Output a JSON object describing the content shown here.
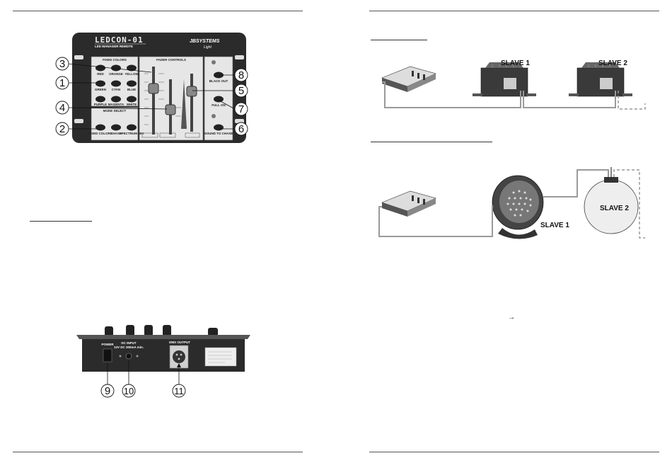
{
  "left_page": {
    "controller": {
      "brand": "LEDCON-01",
      "subtitle": "LED MANAGER REMOTE",
      "logo_main": "JBSYSTEMS",
      "logo_sub": "Light",
      "sections": {
        "fixed_colors": "FIXED COLORS",
        "fader_controls": "FADER CONTROLS",
        "mode_select": "MODE SELECT"
      },
      "color_buttons": [
        "RED",
        "ORANGE",
        "YELLOW",
        "GREEN",
        "CYAN",
        "BLUE",
        "PURPLE",
        "MAGENTA",
        "WHITE"
      ],
      "mode_buttons": [
        "FIXED COLORS",
        "CHASE",
        "SPECTRUM MIX"
      ],
      "right_buttons": [
        "BLACK OUT",
        "FULL ON",
        "SOUND TO CHASE"
      ],
      "callouts": [
        "1",
        "2",
        "3",
        "4",
        "5",
        "6",
        "7",
        "8"
      ]
    },
    "back_panel": {
      "power_label": "POWER",
      "dc_input_label": "DC INPUT",
      "dc_input_spec": "12V DC 300mA min.",
      "dmx_output_label": "DMX OUTPUT",
      "callouts": [
        "9",
        "10",
        "11"
      ]
    }
  },
  "right_page": {
    "diagram1": {
      "slave1": "SLAVE 1",
      "slave2": "SLAVE 2"
    },
    "diagram2": {
      "slave1": "SLAVE 1",
      "slave2": "SLAVE 2"
    },
    "arrow_glyph": "→"
  },
  "colors": {
    "ink": "#111111",
    "panel_dark": "#2b2b2b",
    "panel_light": "#e6e6e6",
    "cable": "#9a9a9a"
  }
}
